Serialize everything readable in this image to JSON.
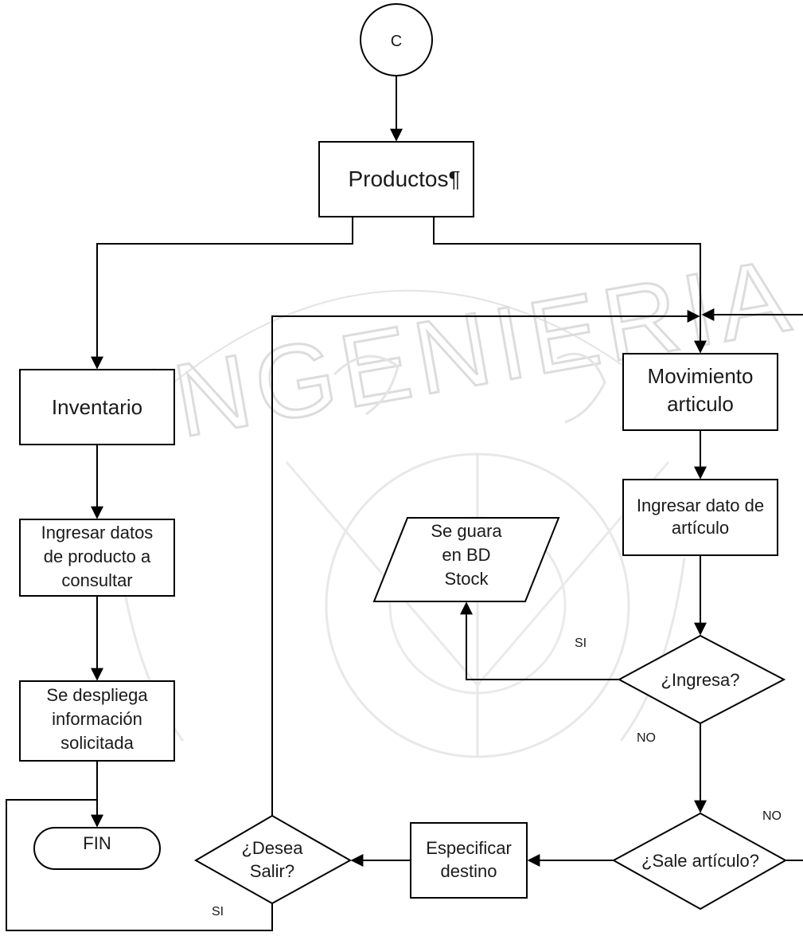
{
  "connector": {
    "label": "C"
  },
  "nodes": {
    "productos": {
      "label": "Productos¶"
    },
    "inventario": {
      "label": "Inventario"
    },
    "ingresar_datos": {
      "lines": [
        "Ingresar datos",
        "de producto a",
        "consultar"
      ]
    },
    "se_despliega": {
      "lines": [
        "Se despliega",
        "información",
        "solicitada"
      ]
    },
    "fin": {
      "label": "FIN"
    },
    "movimiento": {
      "lines": [
        "Movimiento",
        "articulo"
      ]
    },
    "ingresar_dato": {
      "lines": [
        "Ingresar dato de",
        "artículo"
      ]
    },
    "se_guara": {
      "lines": [
        "Se guara",
        "en BD",
        "Stock"
      ]
    },
    "ingresa": {
      "label": "¿Ingresa?"
    },
    "sale": {
      "label": "¿Sale artículo?"
    },
    "especificar": {
      "lines": [
        "Especificar",
        "destino"
      ]
    },
    "desea_salir": {
      "lines": [
        "¿Desea",
        "Salir?"
      ]
    }
  },
  "edge_labels": {
    "ingresa_si": "SI",
    "ingresa_no": "NO",
    "sale_no": "NO",
    "salir_si": "SI"
  },
  "watermark": {
    "text": "INGENIERIA"
  }
}
